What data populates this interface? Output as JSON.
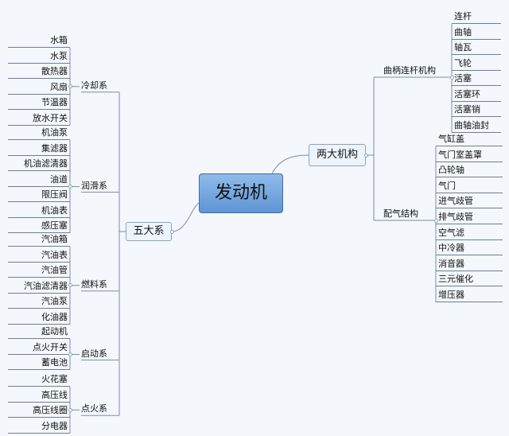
{
  "root": "发动机",
  "left": {
    "label": "五大系",
    "branches": [
      {
        "label": "冷却系",
        "items": [
          "水箱",
          "水泵",
          "散热器",
          "风扇",
          "节温器",
          "放水开关"
        ]
      },
      {
        "label": "润滑系",
        "items": [
          "机油泵",
          "集滤器",
          "机油滤清器",
          "油道",
          "限压阀",
          "机油表",
          "感压塞"
        ]
      },
      {
        "label": "燃料系",
        "items": [
          "汽油箱",
          "汽油表",
          "汽油管",
          "汽油滤清器",
          "汽油泵",
          "化油器"
        ]
      },
      {
        "label": "启动系",
        "items": [
          "起动机",
          "点火开关",
          "蓄电池"
        ]
      },
      {
        "label": "点火系",
        "items": [
          "火花塞",
          "高压线",
          "高压线圈",
          "分电器"
        ]
      }
    ]
  },
  "right": {
    "label": "两大机构",
    "branches": [
      {
        "label": "曲柄连杆机构",
        "items": [
          "连杆",
          "曲轴",
          "轴瓦",
          "飞轮",
          "活塞",
          "活塞环",
          "活塞销",
          "曲轴油封"
        ]
      },
      {
        "label": "配气结构",
        "items": [
          "气缸盖",
          "气门室盖罩",
          "凸轮轴",
          "气门",
          "进气歧管",
          "排气歧管",
          "空气滤",
          "中冷器",
          "消音器",
          "三元催化",
          "增压器"
        ]
      }
    ]
  }
}
